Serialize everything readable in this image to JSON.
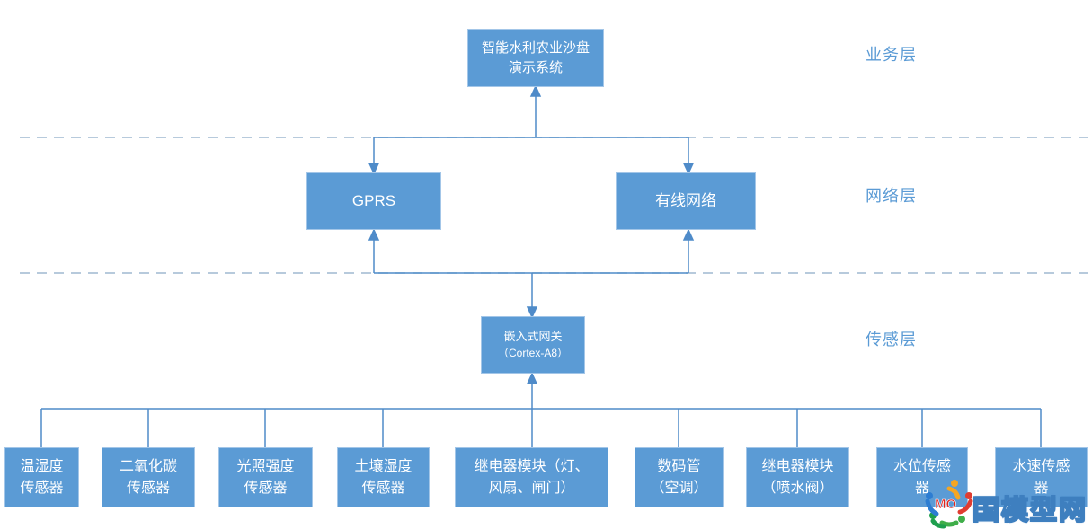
{
  "layers": {
    "business": {
      "label": "业务层"
    },
    "network": {
      "label": "网络层"
    },
    "sensor": {
      "label": "传感层"
    }
  },
  "nodes": {
    "system": {
      "label": "智能水利农业沙盘\n演示系统"
    },
    "gprs": {
      "label": "GPRS"
    },
    "wired": {
      "label": "有线网络"
    },
    "gateway": {
      "line1": "嵌入式网关",
      "line2": "（Cortex-A8）"
    }
  },
  "devices": [
    {
      "label": "温湿度\n传感器"
    },
    {
      "label": "二氧化碳\n传感器"
    },
    {
      "label": "光照强度\n传感器"
    },
    {
      "label": "土壤湿度\n传感器"
    },
    {
      "label": "继电器模块（灯、\n风扇、闸门）"
    },
    {
      "label": "数码管\n（空调）"
    },
    {
      "label": "继电器模块\n（喷水阀）"
    },
    {
      "label": "水位传感\n器"
    },
    {
      "label": "水速传感\n器"
    }
  ],
  "watermark": {
    "text": "国模型网",
    "logo_text": "MO"
  },
  "colors": {
    "box_fill": "#5b9bd5",
    "box_border": "#a3c6e8",
    "connector": "#4f8bc9",
    "dashed_line": "#9fb9d0",
    "layer_label": "#5b9bd5",
    "watermark_outline": "#3e7fbf"
  }
}
